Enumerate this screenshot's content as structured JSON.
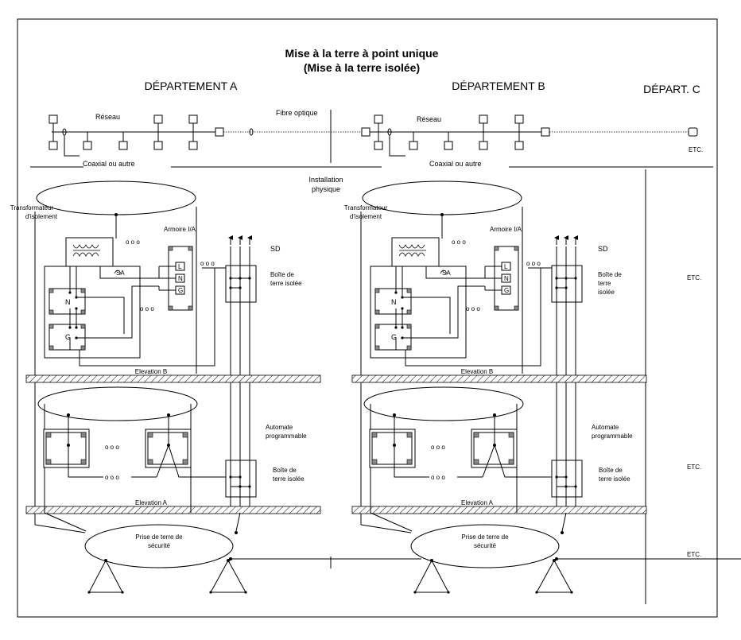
{
  "title": {
    "line1": "Mise à la terre à point unique",
    "line2": "(Mise à la terre isolée)"
  },
  "departments": {
    "a": "DÉPARTEMENT A",
    "b": "DÉPARTEMENT B",
    "c": "DÉPART. C"
  },
  "labels": {
    "reseau": "Réseau",
    "fibre": "Fibre optique",
    "coaxial": "Coaxial ou autre",
    "installation_1": "Installation",
    "installation_2": "physique",
    "transfo_1": "Transformateur",
    "transfo_2": "d'isolement",
    "armoire": "Armoire I/A",
    "sd": "SD",
    "boite_1": "Boîte de",
    "boite_2": "terre isolée",
    "boite_b_2": "terre",
    "boite_b_3": "isolée",
    "sa": "SA",
    "n": "N",
    "g": "G",
    "l": "L",
    "elev_b": "Elevation B",
    "elev_a": "Elevation A",
    "automate_1": "Automate",
    "automate_2": "programmable",
    "prise_1": "Prise de terre de",
    "prise_2": "sécurité",
    "etc": "ETC.",
    "dots": "o o o"
  }
}
